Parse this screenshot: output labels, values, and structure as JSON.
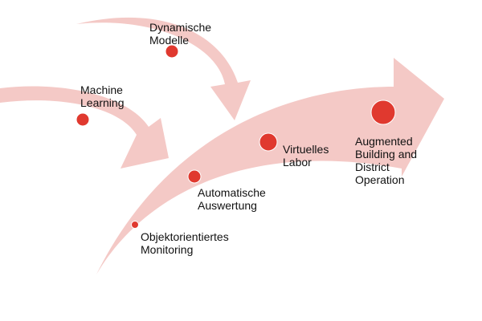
{
  "colors": {
    "arrow_fill": "#f4c9c6",
    "dot_fill": "#e0392f",
    "dot_stroke": "#ffffff",
    "text": "#111111"
  },
  "milestones": [
    {
      "id": "objektorientiertes-monitoring",
      "lines": [
        "Objektorientiertes",
        "Monitoring"
      ]
    },
    {
      "id": "automatische-auswertung",
      "lines": [
        "Automatische",
        "Auswertung"
      ]
    },
    {
      "id": "virtuelles-labor",
      "lines": [
        "Virtuelles",
        "Labor"
      ]
    },
    {
      "id": "augmented-building",
      "lines": [
        "Augmented",
        "Building and",
        "District",
        "Operation"
      ]
    },
    {
      "id": "machine-learning",
      "lines": [
        "Machine",
        "Learning"
      ]
    },
    {
      "id": "dynamische-modelle",
      "lines": [
        "Dynamische",
        "Modelle"
      ]
    }
  ]
}
